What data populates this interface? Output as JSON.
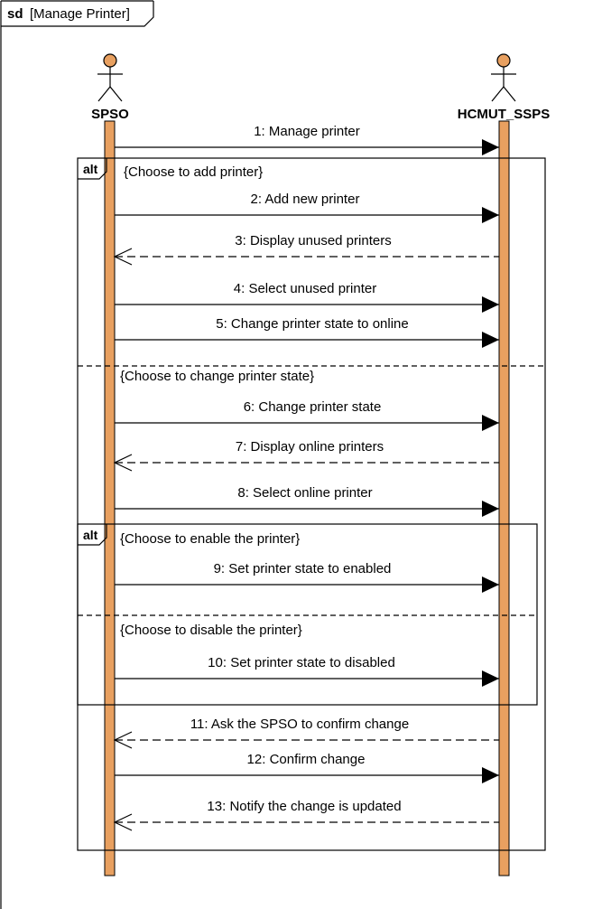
{
  "frame": {
    "keyword": "sd",
    "name": "[Manage Printer]"
  },
  "actors": {
    "left": {
      "label": "SPSO"
    },
    "right": {
      "label": "HCMUT_SSPS"
    }
  },
  "fragments": {
    "outer": {
      "operator": "alt",
      "guards": [
        "{Choose to add printer}",
        "{Choose to change printer state}"
      ]
    },
    "inner": {
      "operator": "alt",
      "guards": [
        "{Choose to enable the printer}",
        "{Choose to disable the printer}"
      ]
    }
  },
  "messages": [
    {
      "label": "1: Manage printer",
      "direction": "to-right",
      "kind": "sync"
    },
    {
      "label": "2: Add new printer",
      "direction": "to-right",
      "kind": "sync"
    },
    {
      "label": "3: Display unused printers",
      "direction": "to-left",
      "kind": "return"
    },
    {
      "label": "4: Select unused printer",
      "direction": "to-right",
      "kind": "sync"
    },
    {
      "label": "5: Change printer state to online",
      "direction": "to-right",
      "kind": "sync"
    },
    {
      "label": "6: Change printer state",
      "direction": "to-right",
      "kind": "sync"
    },
    {
      "label": "7: Display online printers",
      "direction": "to-left",
      "kind": "return"
    },
    {
      "label": "8: Select online printer",
      "direction": "to-right",
      "kind": "sync"
    },
    {
      "label": "9: Set printer state to enabled",
      "direction": "to-right",
      "kind": "sync"
    },
    {
      "label": "10: Set printer state to disabled",
      "direction": "to-right",
      "kind": "sync"
    },
    {
      "label": "11: Ask the SPSO to confirm change",
      "direction": "to-left",
      "kind": "return"
    },
    {
      "label": "12: Confirm change",
      "direction": "to-right",
      "kind": "sync"
    },
    {
      "label": "13: Notify the change is updated",
      "direction": "to-left",
      "kind": "return"
    }
  ],
  "colors": {
    "actor_fill": "#E8A060",
    "lifeline_fill": "#E8A060",
    "line": "#000000",
    "background": "#FFFFFF"
  }
}
